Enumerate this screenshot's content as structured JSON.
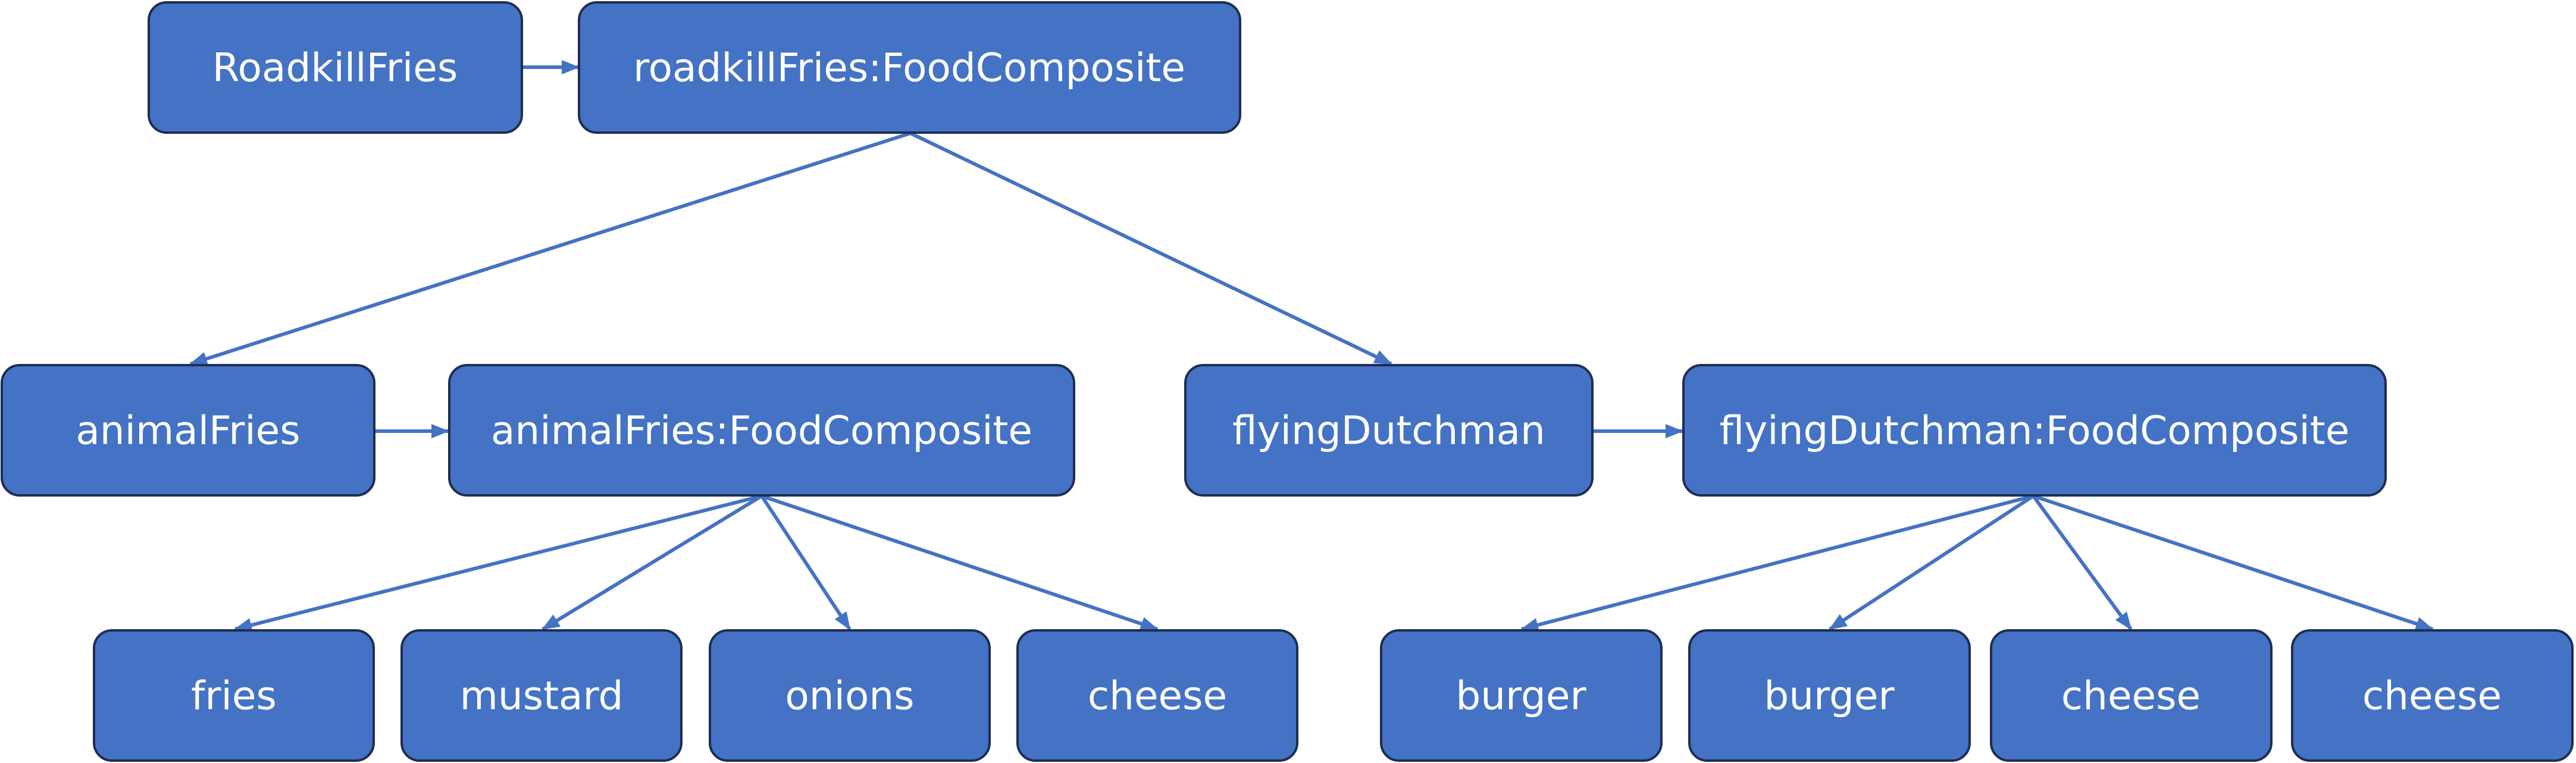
{
  "diagram": {
    "colors": {
      "node_fill": "#4472C4",
      "node_border": "#1F2D50",
      "node_text": "#FFFFFF",
      "edge": "#4472C4"
    },
    "nodes": {
      "roadkill_fries_class": "RoadkillFries",
      "roadkill_fries_instance": "roadkillFries:FoodComposite",
      "animal_fries_ref": "animalFries",
      "animal_fries_instance": "animalFries:FoodComposite",
      "flying_dutchman_ref": "flyingDutchman",
      "flying_dutchman_instance": "flyingDutchman:FoodComposite",
      "leaf_fries": "fries",
      "leaf_mustard": "mustard",
      "leaf_onions": "onions",
      "leaf_cheese_1": "cheese",
      "leaf_burger_1": "burger",
      "leaf_burger_2": "burger",
      "leaf_cheese_2": "cheese",
      "leaf_cheese_3": "cheese"
    },
    "edges": [
      {
        "from": "roadkill_fries_class",
        "to": "roadkill_fries_instance"
      },
      {
        "from": "roadkill_fries_instance",
        "to": "animal_fries_ref"
      },
      {
        "from": "roadkill_fries_instance",
        "to": "flying_dutchman_ref"
      },
      {
        "from": "animal_fries_ref",
        "to": "animal_fries_instance"
      },
      {
        "from": "flying_dutchman_ref",
        "to": "flying_dutchman_instance"
      },
      {
        "from": "animal_fries_instance",
        "to": "leaf_fries"
      },
      {
        "from": "animal_fries_instance",
        "to": "leaf_mustard"
      },
      {
        "from": "animal_fries_instance",
        "to": "leaf_onions"
      },
      {
        "from": "animal_fries_instance",
        "to": "leaf_cheese_1"
      },
      {
        "from": "flying_dutchman_instance",
        "to": "leaf_burger_1"
      },
      {
        "from": "flying_dutchman_instance",
        "to": "leaf_burger_2"
      },
      {
        "from": "flying_dutchman_instance",
        "to": "leaf_cheese_2"
      },
      {
        "from": "flying_dutchman_instance",
        "to": "leaf_cheese_3"
      }
    ]
  }
}
